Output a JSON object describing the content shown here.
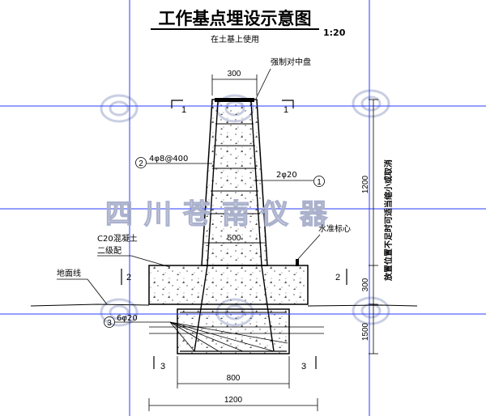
{
  "title": "工作基点埋设示意图",
  "scale": "1:20",
  "subtitle": "在土基上使用",
  "watermark": "四川苍南仪器",
  "labels": {
    "top_plate": "强制对中盘",
    "rebar_hoop": "4φ8@400",
    "rebar_main": "2φ20",
    "rebar_base": "6φ20",
    "concrete_line1": "C20混凝土",
    "concrete_line2": "二级配",
    "ground": "地面线",
    "benchmark": "水准标心",
    "note_vertical": "放置位置不足时可适当缩小或取消"
  },
  "markers": {
    "m1": "1",
    "m2": "2",
    "m3": "3"
  },
  "sections": {
    "s1": "1",
    "s2": "2",
    "s3": "3"
  },
  "dims": {
    "top_width": "300",
    "pillar_width": "500",
    "base_width": "800",
    "footing_width": "1200",
    "pillar_height": "1200",
    "slab_height": "300",
    "footing_height": "1500"
  },
  "colors": {
    "grid_line": "#2a3cff",
    "ink": "#000000",
    "watermark": "#b9bfd6"
  }
}
